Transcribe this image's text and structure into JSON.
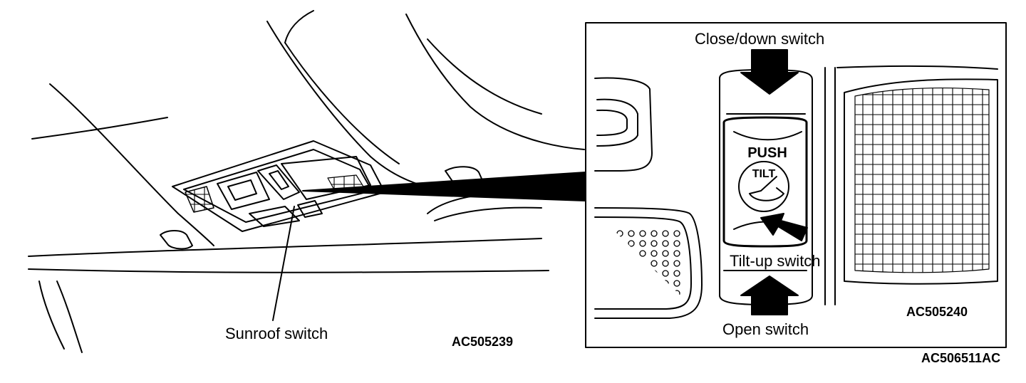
{
  "labels": {
    "sunroof_switch": "Sunroof switch",
    "close_down_switch": "Close/down switch",
    "tilt_up_switch": "Tilt-up switch",
    "open_switch": "Open switch"
  },
  "switch_face": {
    "push": "PUSH",
    "tilt": "TILT"
  },
  "codes": {
    "left_figure": "AC505239",
    "detail_figure": "AC505240",
    "overall_figure": "AC506511AC"
  },
  "colors": {
    "ink": "#000000",
    "paper": "#ffffff"
  }
}
